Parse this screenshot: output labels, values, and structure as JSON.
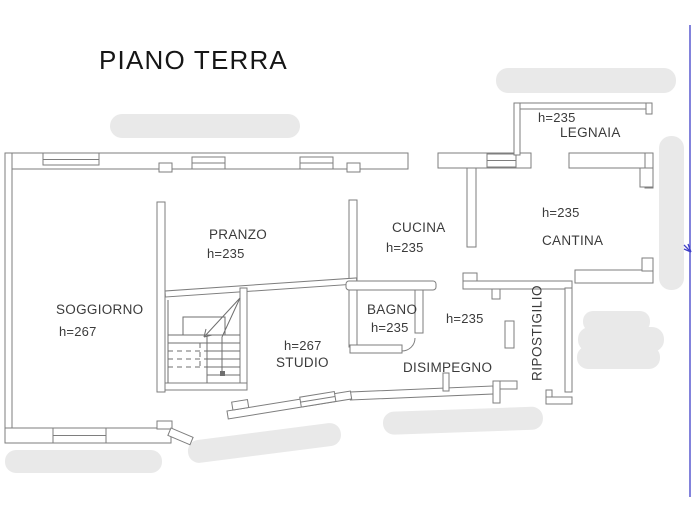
{
  "title": "PIANO TERRA",
  "rooms": [
    {
      "id": "soggiorno",
      "name": "SOGGIORNO",
      "height": "h=267"
    },
    {
      "id": "pranzo",
      "name": "PRANZO",
      "height": "h=235"
    },
    {
      "id": "cucina",
      "name": "CUCINA",
      "height": "h=235"
    },
    {
      "id": "cantina",
      "name": "CANTINA",
      "height": "h=235"
    },
    {
      "id": "legnaia",
      "name": "LEGNAIA",
      "height": "h=235"
    },
    {
      "id": "bagno",
      "name": "BAGNO",
      "height": "h=235"
    },
    {
      "id": "disimpegno",
      "name": "DISIMPEGNO",
      "height": "h=235"
    },
    {
      "id": "studio",
      "name": "STUDIO",
      "height": "h=267"
    },
    {
      "id": "ripostiglio",
      "name": "RIPOSTIGILIO"
    }
  ],
  "colors": {
    "wall": "#7e7e7e",
    "stair_line": "#6f6f6f",
    "text": "#3b3b3b",
    "title_text": "#161616",
    "redaction": "#e9e9e9",
    "annotation_blue": "#4040c8",
    "background": "#ffffff"
  }
}
